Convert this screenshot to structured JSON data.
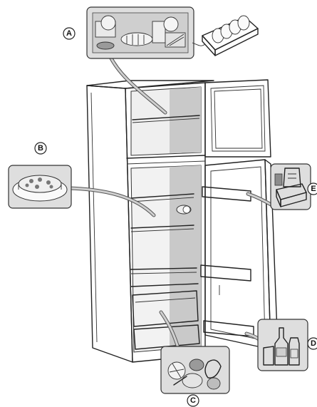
{
  "labels": {
    "a": "A",
    "b": "B",
    "c": "C",
    "d": "D",
    "e": "E"
  },
  "colors": {
    "outline": "#222222",
    "inset_fill": "#dedede",
    "interior_shade": "#c9c9c9",
    "leader_line": "#555555"
  },
  "icons": {
    "freezer_inset": "frozen-food-icon",
    "pizza_inset": "pizza-icon",
    "vegetables_inset": "vegetables-icon",
    "bottles_inset": "bottles-icon",
    "dairy_inset": "dairy-icon"
  }
}
